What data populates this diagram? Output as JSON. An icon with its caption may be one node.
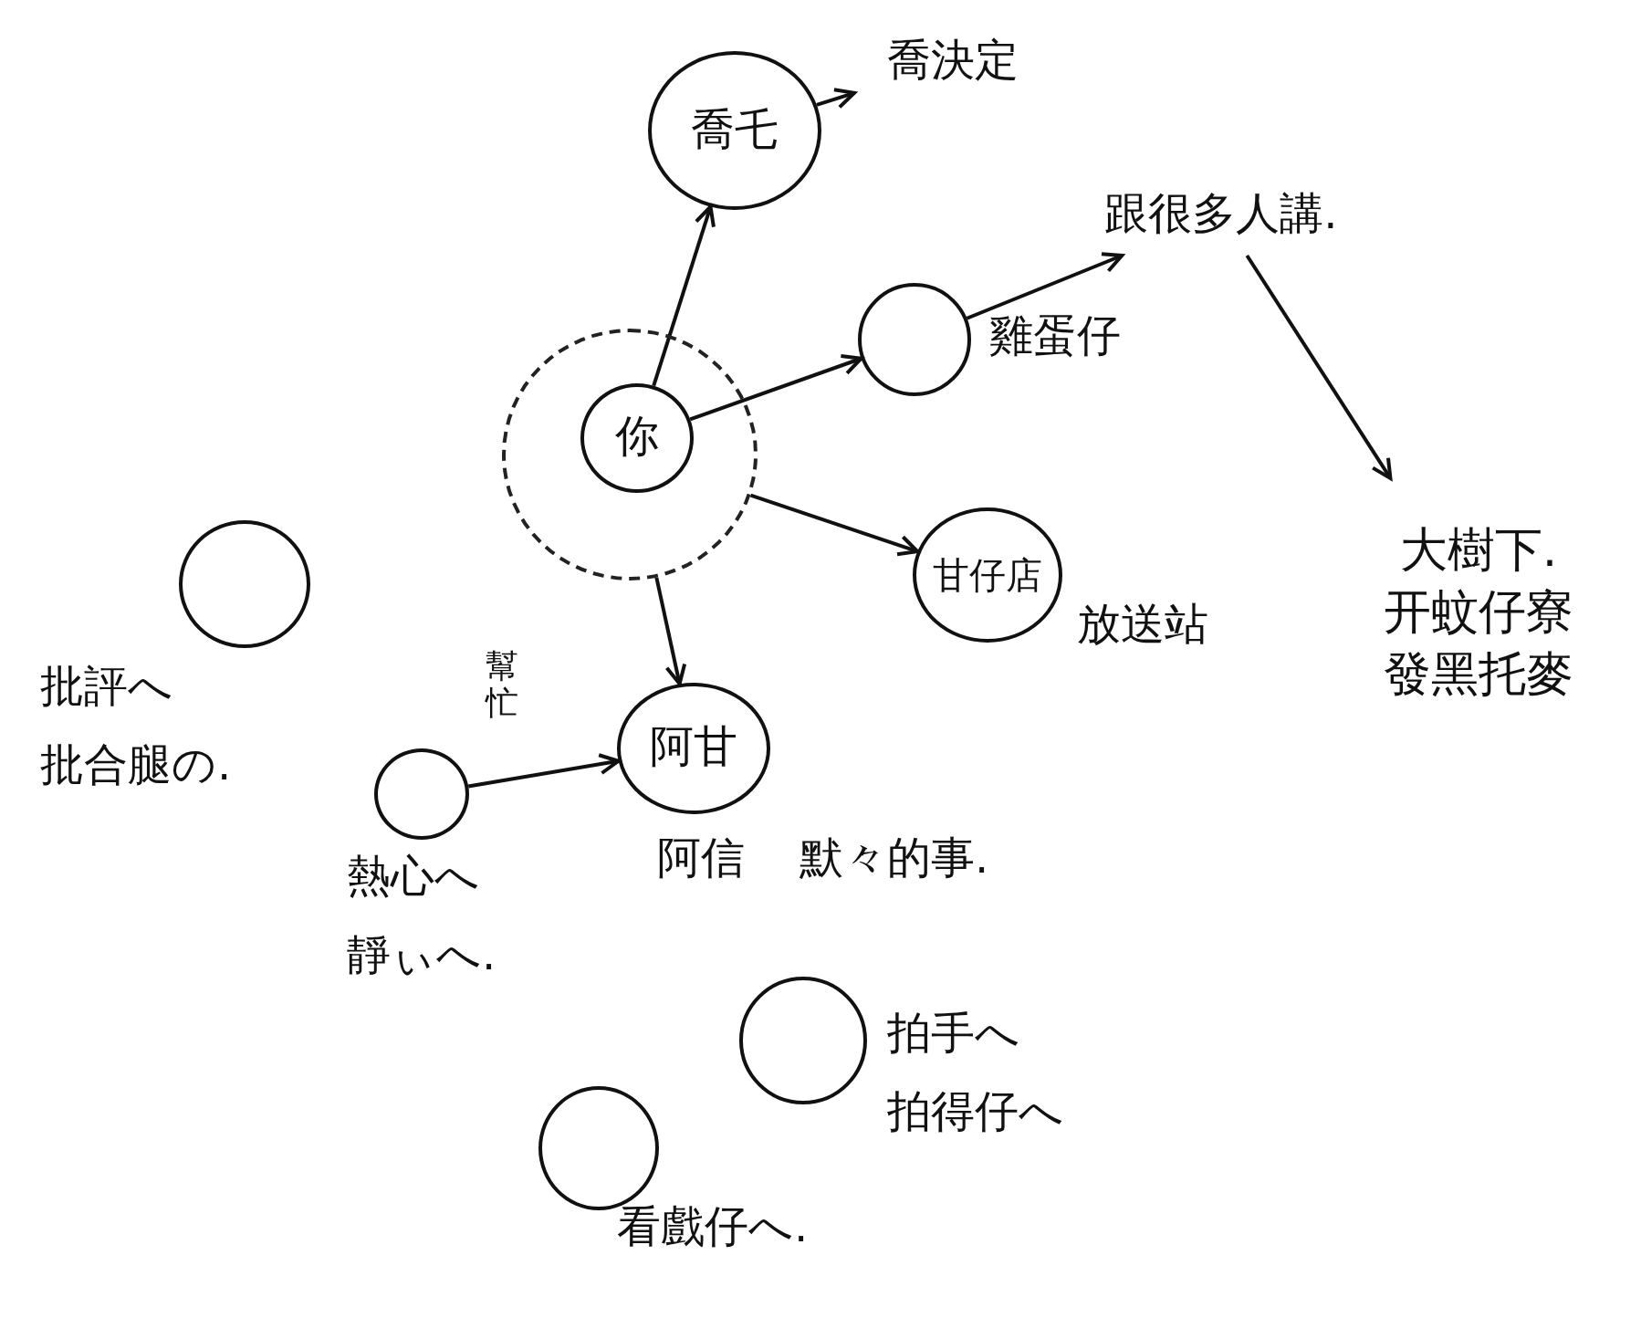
{
  "diagram": {
    "nodes": [
      {
        "text": [
          "喬乇"
        ]
      },
      {
        "text": [
          "喬決定"
        ]
      },
      {
        "text": [],
        "shape": "circle"
      },
      {
        "text": [
          "你"
        ],
        "in": 2
      },
      {
        "text": [],
        "shape": "circle",
        "beside": [
          "雞蛋仔"
        ]
      },
      {
        "text": [
          "跟很多人講."
        ]
      },
      {
        "text": [
          "大樹下.",
          "开蚊仔寮",
          "發黑托麥"
        ]
      },
      {
        "text": [
          "甘仔店"
        ],
        "beside": [
          "放送站"
        ]
      },
      {
        "text": [],
        "shape": "circle",
        "beside": [
          "批評へ",
          "批合腿の."
        ]
      },
      {
        "text": [],
        "shape": "circle",
        "beside": [
          "熱心へ",
          "靜ぃへ."
        ]
      },
      {
        "text": [
          "阿甘"
        ],
        "beside": [
          "阿信",
          "默々的事."
        ]
      },
      {
        "text": [],
        "shape": "circle",
        "beside": [
          "拍手へ",
          "拍得仔へ"
        ]
      },
      {
        "text": [],
        "shape": "circle",
        "beside": [
          "看戲仔へ."
        ]
      }
    ],
    "edges": [
      {
        "from": 0,
        "to": 1,
        "arrow": "to"
      },
      {
        "from": 3,
        "to": 0,
        "arrow": "to"
      },
      {
        "from": 3,
        "to": 4,
        "arrow": "to"
      },
      {
        "from": 2,
        "to": 7,
        "arrow": "to"
      },
      {
        "from": 2,
        "to": 10,
        "arrow": "to"
      },
      {
        "from": 4,
        "to": 5,
        "arrow": "to"
      },
      {
        "from": 5,
        "to": 6,
        "arrow": "to"
      },
      {
        "from": 9,
        "to": 10,
        "label": "幫忙",
        "arrow": "to"
      }
    ]
  }
}
